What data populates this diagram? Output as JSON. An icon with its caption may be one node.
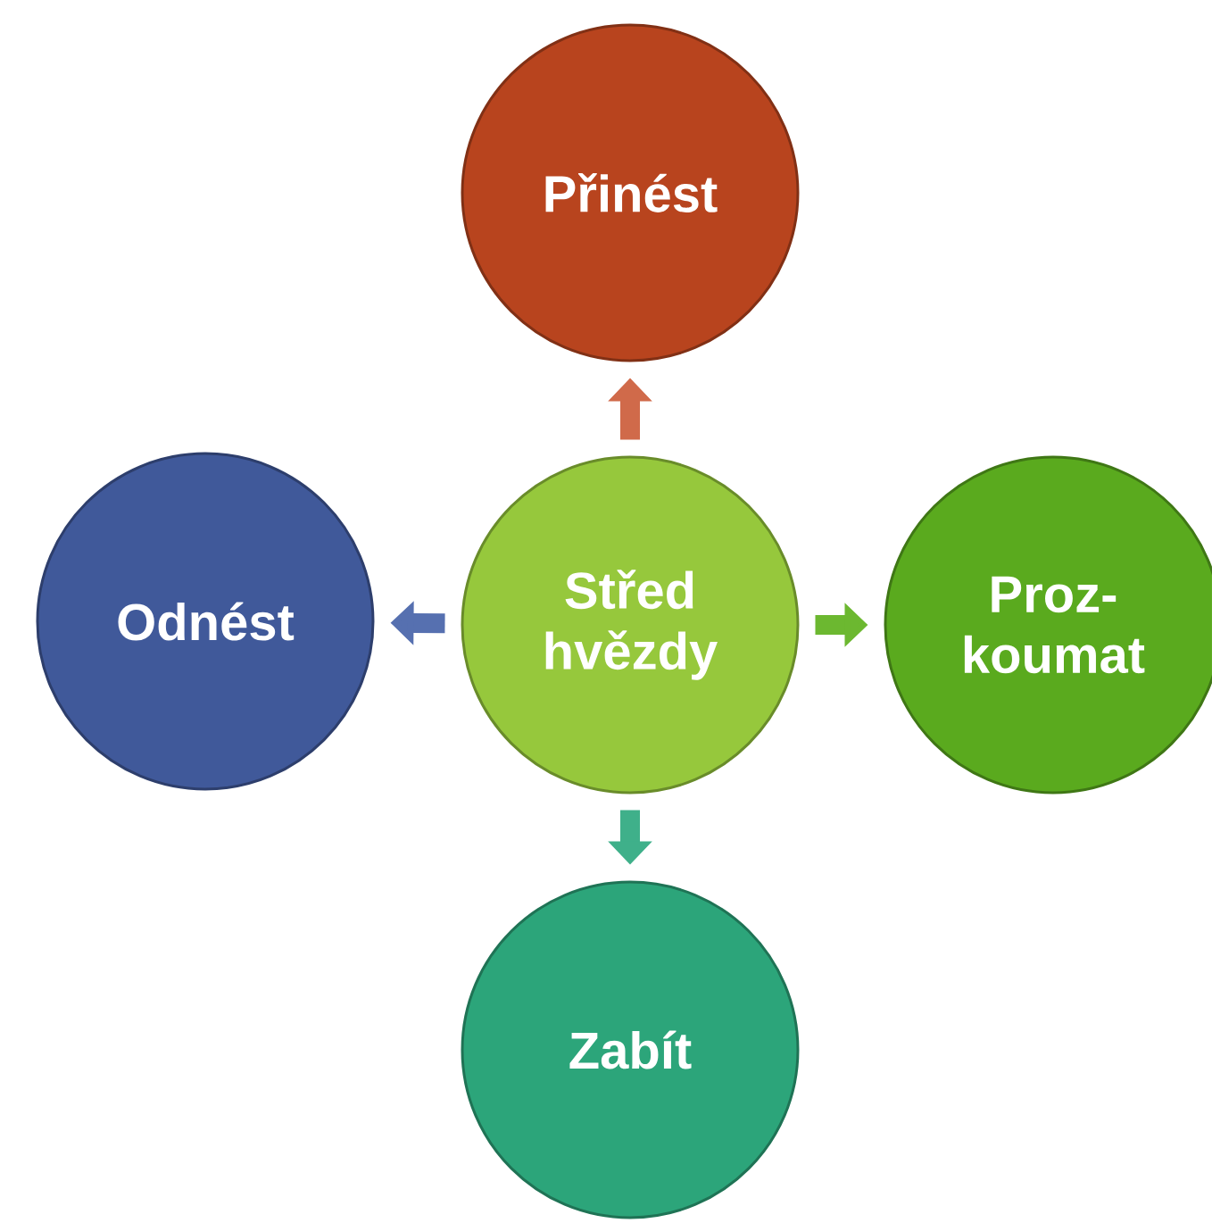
{
  "diagram": {
    "nodes": [
      {
        "text": [
          "Střed hvězdy"
        ]
      },
      {
        "text": [
          "Přinést"
        ]
      },
      {
        "text": [
          "Proz- koumat"
        ]
      },
      {
        "text": [
          "Zabít"
        ]
      },
      {
        "text": [
          "Odnést"
        ]
      }
    ],
    "edges": [
      {
        "from": 0,
        "to": 1,
        "arrow": "to",
        "color": "#d06a4a"
      },
      {
        "from": 0,
        "to": 2,
        "arrow": "to",
        "color": "#6cb830"
      },
      {
        "from": 0,
        "to": 3,
        "arrow": "to",
        "color": "#3fb08a"
      },
      {
        "from": 0,
        "to": 4,
        "arrow": "to",
        "color": "#5670b0"
      }
    ]
  }
}
